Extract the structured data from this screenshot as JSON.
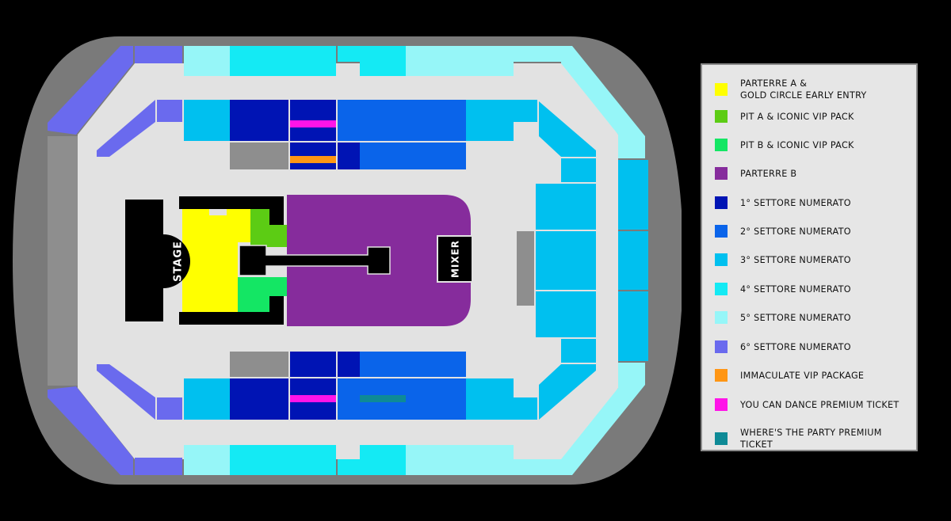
{
  "map": {
    "stage_label": "STAGE",
    "mixer_label": "MIXER"
  },
  "legend": {
    "items": [
      {
        "key": "parterre_a",
        "label": "PARTERRE A &\nGOLD CIRCLE EARLY ENTRY",
        "color": "#ffff00"
      },
      {
        "key": "pit_a",
        "label": "PIT A & ICONIC VIP PACK",
        "color": "#5ccc14"
      },
      {
        "key": "pit_b",
        "label": "PIT B & ICONIC VIP PACK",
        "color": "#14e664"
      },
      {
        "key": "parterre_b",
        "label": "PARTERRE B",
        "color": "#862c9c"
      },
      {
        "key": "s1",
        "label": "1° SETTORE NUMERATO",
        "color": "#0014b4"
      },
      {
        "key": "s2",
        "label": "2° SETTORE NUMERATO",
        "color": "#0a64ea"
      },
      {
        "key": "s3",
        "label": "3° SETTORE NUMERATO",
        "color": "#00c0ef"
      },
      {
        "key": "s4",
        "label": "4° SETTORE NUMERATO",
        "color": "#14eaf4"
      },
      {
        "key": "s5",
        "label": "5° SETTORE NUMERATO",
        "color": "#96f6f8"
      },
      {
        "key": "s6",
        "label": "6° SETTORE NUMERATO",
        "color": "#6a6aee"
      },
      {
        "key": "immaculate",
        "label": "IMMACULATE VIP PACKAGE",
        "color": "#ff9614"
      },
      {
        "key": "you_can_dance",
        "label": "YOU CAN DANCE PREMIUM TICKET",
        "color": "#ff14e8"
      },
      {
        "key": "wheres_the_party",
        "label": "WHERE'S THE PARTY PREMIUM TICKET",
        "color": "#0e8a96"
      }
    ]
  }
}
